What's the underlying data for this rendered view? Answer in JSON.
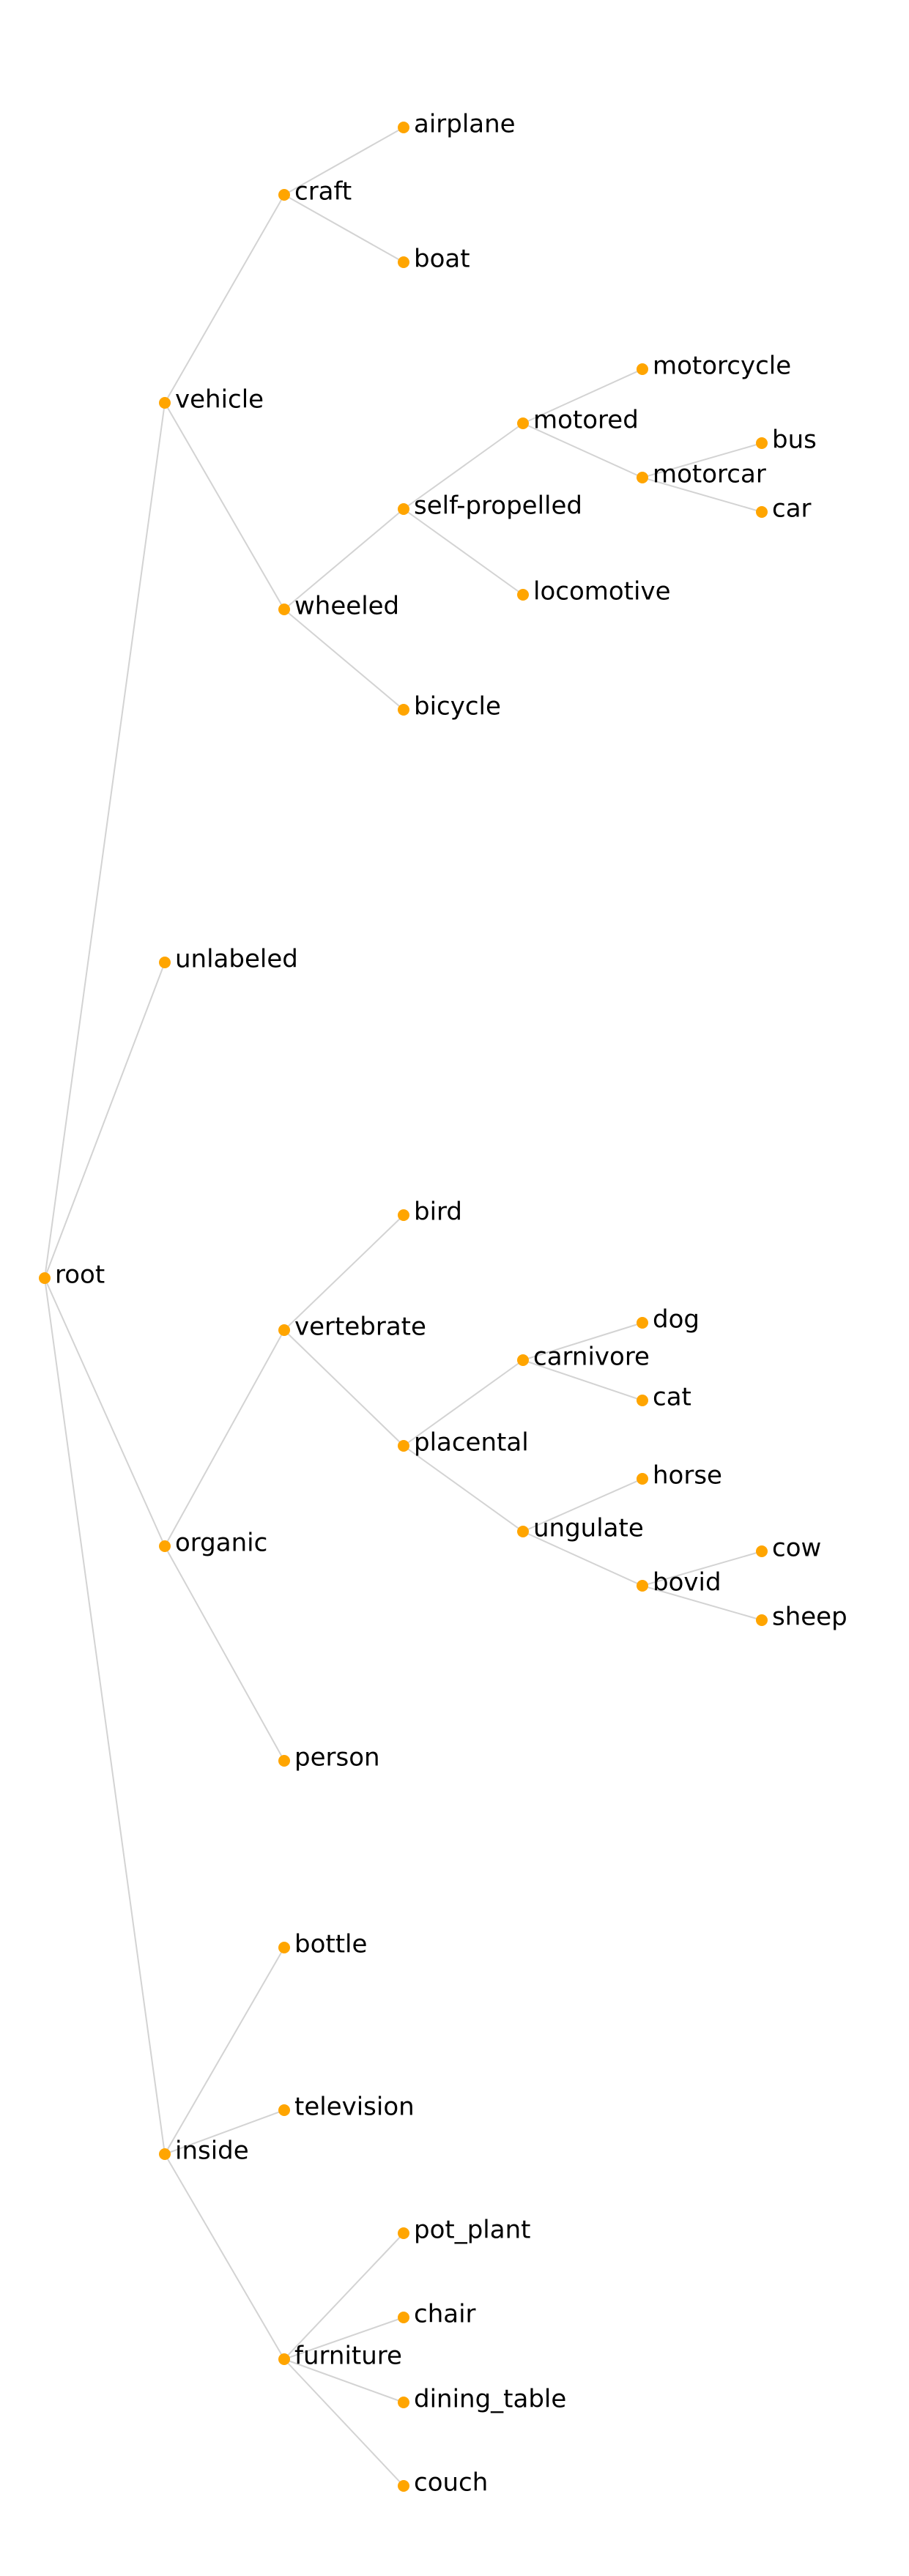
{
  "diagram": {
    "type": "tree",
    "colors": {
      "node": "#ffa500",
      "edge": "#d3d3d3",
      "label": "#000000"
    },
    "nodes": [
      {
        "id": "root",
        "label": "root",
        "parent": null
      },
      {
        "id": "vehicle",
        "label": "vehicle",
        "parent": "root"
      },
      {
        "id": "craft",
        "label": "craft",
        "parent": "vehicle"
      },
      {
        "id": "airplane",
        "label": "airplane",
        "parent": "craft"
      },
      {
        "id": "boat",
        "label": "boat",
        "parent": "craft"
      },
      {
        "id": "wheeled",
        "label": "wheeled",
        "parent": "vehicle"
      },
      {
        "id": "self-propelled",
        "label": "self-propelled",
        "parent": "wheeled"
      },
      {
        "id": "motored",
        "label": "motored",
        "parent": "self-propelled"
      },
      {
        "id": "motorcycle",
        "label": "motorcycle",
        "parent": "motored"
      },
      {
        "id": "motorcar",
        "label": "motorcar",
        "parent": "motored"
      },
      {
        "id": "bus",
        "label": "bus",
        "parent": "motorcar"
      },
      {
        "id": "car",
        "label": "car",
        "parent": "motorcar"
      },
      {
        "id": "locomotive",
        "label": "locomotive",
        "parent": "self-propelled"
      },
      {
        "id": "bicycle",
        "label": "bicycle",
        "parent": "wheeled"
      },
      {
        "id": "unlabeled",
        "label": "unlabeled",
        "parent": "root"
      },
      {
        "id": "organic",
        "label": "organic",
        "parent": "root"
      },
      {
        "id": "vertebrate",
        "label": "vertebrate",
        "parent": "organic"
      },
      {
        "id": "bird",
        "label": "bird",
        "parent": "vertebrate"
      },
      {
        "id": "placental",
        "label": "placental",
        "parent": "vertebrate"
      },
      {
        "id": "carnivore",
        "label": "carnivore",
        "parent": "placental"
      },
      {
        "id": "dog",
        "label": "dog",
        "parent": "carnivore"
      },
      {
        "id": "cat",
        "label": "cat",
        "parent": "carnivore"
      },
      {
        "id": "ungulate",
        "label": "ungulate",
        "parent": "placental"
      },
      {
        "id": "horse",
        "label": "horse",
        "parent": "ungulate"
      },
      {
        "id": "bovid",
        "label": "bovid",
        "parent": "ungulate"
      },
      {
        "id": "cow",
        "label": "cow",
        "parent": "bovid"
      },
      {
        "id": "sheep",
        "label": "sheep",
        "parent": "bovid"
      },
      {
        "id": "person",
        "label": "person",
        "parent": "organic"
      },
      {
        "id": "inside",
        "label": "inside",
        "parent": "root"
      },
      {
        "id": "bottle",
        "label": "bottle",
        "parent": "inside"
      },
      {
        "id": "television",
        "label": "television",
        "parent": "inside"
      },
      {
        "id": "furniture",
        "label": "furniture",
        "parent": "inside"
      },
      {
        "id": "pot_plant",
        "label": "pot_plant",
        "parent": "furniture"
      },
      {
        "id": "chair",
        "label": "chair",
        "parent": "furniture"
      },
      {
        "id": "dining_table",
        "label": "dining_table",
        "parent": "furniture"
      },
      {
        "id": "couch",
        "label": "couch",
        "parent": "furniture"
      }
    ]
  }
}
